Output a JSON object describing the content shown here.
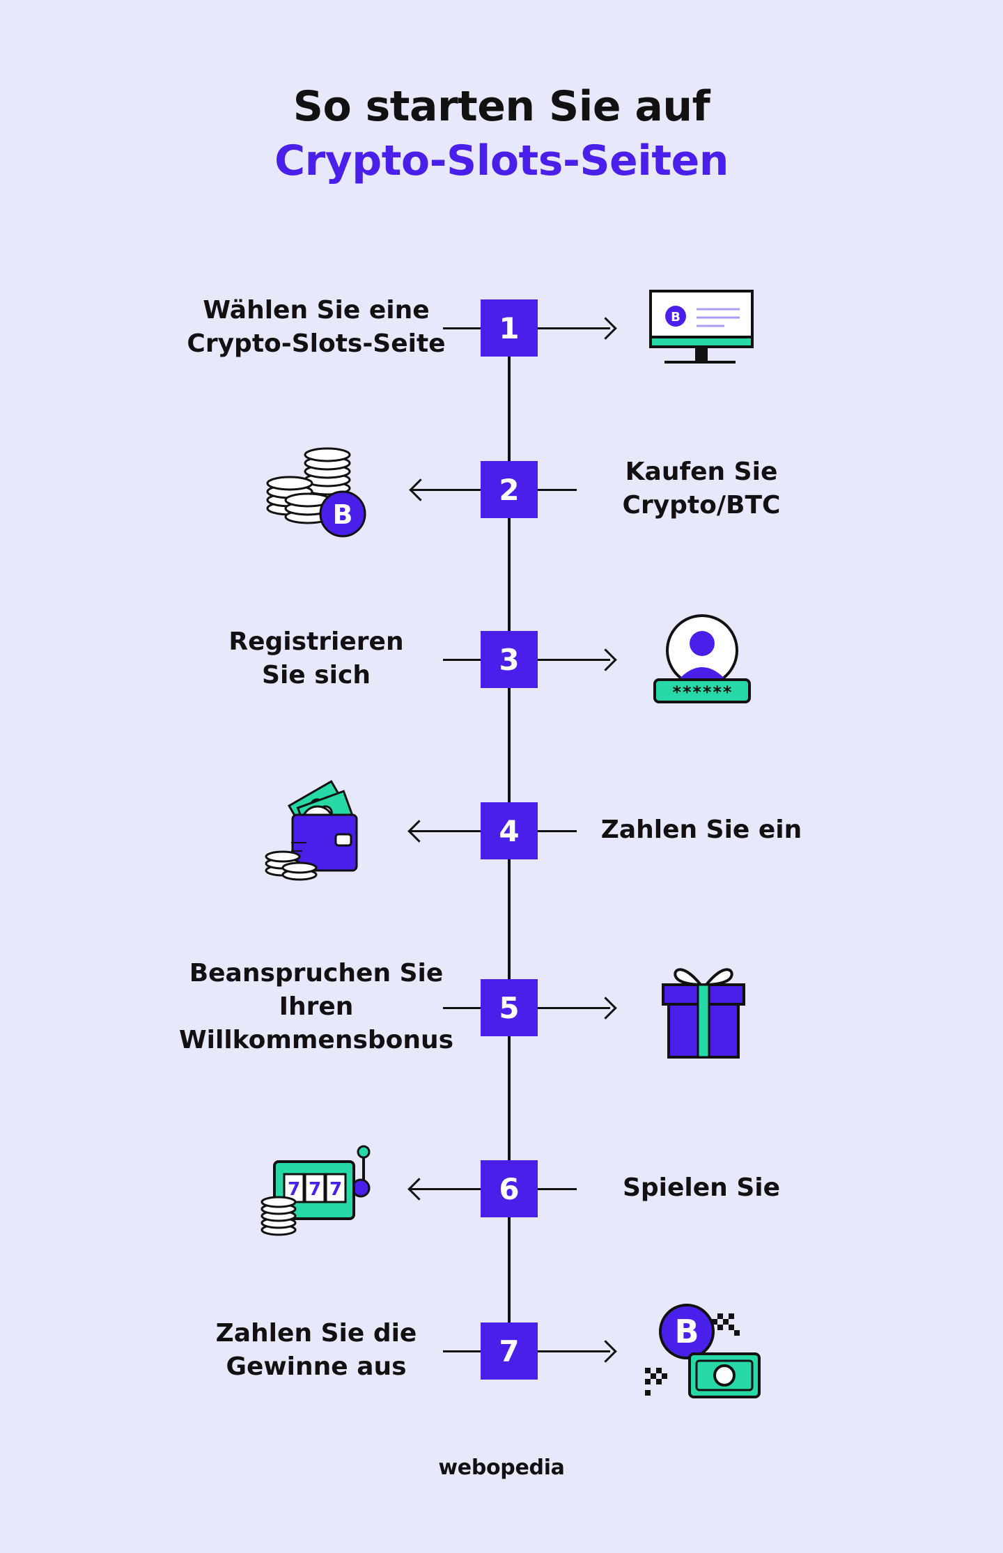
{
  "title": {
    "line1": "So starten Sie auf",
    "line2": "Crypto-Slots-Seiten"
  },
  "colors": {
    "background": "#E8E8FB",
    "accent": "#4A1FEA",
    "teal": "#27D9A6",
    "ink": "#111111"
  },
  "steps": [
    {
      "number": "1",
      "label_line1": "Wählen Sie eine",
      "label_line2": "Crypto-Slots-Seite",
      "label_side": "left",
      "icon": "computer-monitor-bitcoin-icon"
    },
    {
      "number": "2",
      "label_line1": "Kaufen Sie",
      "label_line2": "Crypto/BTC",
      "label_side": "right",
      "icon": "coin-stacks-bitcoin-icon"
    },
    {
      "number": "3",
      "label_line1": "Registrieren",
      "label_line2": "Sie sich",
      "label_side": "left",
      "icon": "user-account-password-icon",
      "password_mask": "******"
    },
    {
      "number": "4",
      "label_line1": "Zahlen Sie ein",
      "label_side": "right",
      "icon": "wallet-deposit-icon"
    },
    {
      "number": "5",
      "label_line1": "Beanspruchen Sie",
      "label_line2": "Ihren",
      "label_line3": "Willkommensbonus",
      "label_side": "left",
      "icon": "gift-box-icon"
    },
    {
      "number": "6",
      "label_line1": "Spielen Sie",
      "label_side": "right",
      "icon": "slot-machine-icon",
      "reels": [
        "7",
        "7",
        "7"
      ]
    },
    {
      "number": "7",
      "label_line1": "Zahlen Sie die",
      "label_line2": "Gewinne aus",
      "label_side": "left",
      "icon": "bitcoin-cash-withdraw-icon"
    }
  ],
  "footer": {
    "brand": "webopedia"
  }
}
